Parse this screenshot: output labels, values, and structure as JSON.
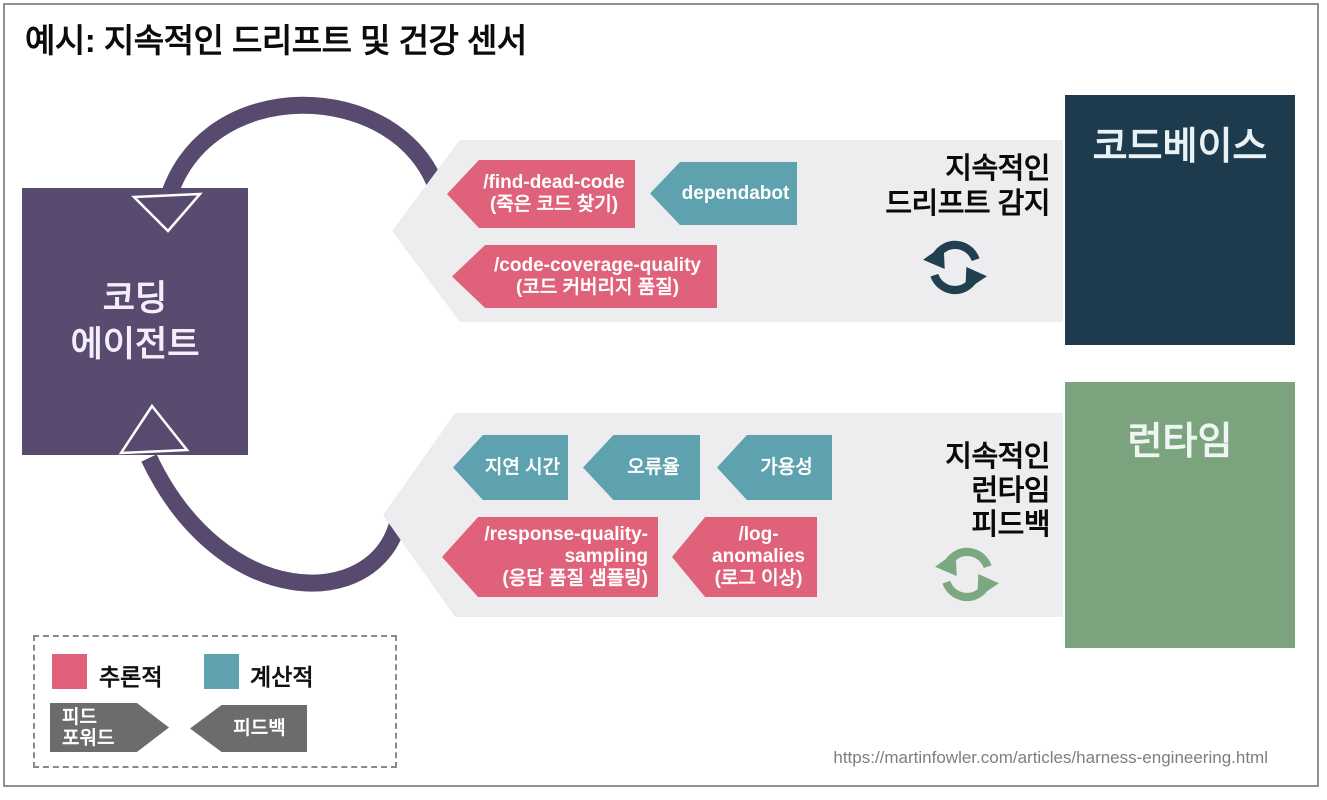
{
  "title": "예시: 지속적인 드리프트 및 건강 센서",
  "agent": {
    "label": [
      "코딩",
      "에이전트"
    ]
  },
  "codebase": {
    "label": "코드베이스"
  },
  "runtime_box": {
    "label": "런타임"
  },
  "drift": {
    "heading": [
      "지속적인",
      "드리프트 감지"
    ],
    "tags": {
      "find_dead_code": [
        "/find-dead-code",
        "(죽은 코드 찾기)"
      ],
      "dependabot": [
        "dependabot"
      ],
      "code_coverage": [
        "/code-coverage-quality",
        "(코드 커버리지 품질)"
      ]
    }
  },
  "runtime_feedback": {
    "heading": [
      "지속적인",
      "런타임",
      "피드백"
    ],
    "tags": {
      "latency": "지연 시간",
      "error_rate": "오류율",
      "availability": "가용성",
      "response_quality": [
        "/response-quality-",
        "sampling",
        "(응답 품질 샘플링)"
      ],
      "log_anomalies": [
        "/log-",
        "anomalies",
        "(로그 이상)"
      ]
    }
  },
  "legend": {
    "inferential": "추론적",
    "computational": "계산적",
    "feed_forward": [
      "피드",
      "포워드"
    ],
    "feedback": "피드백"
  },
  "footer": {
    "url": "https://martinfowler.com/articles/harness-engineering.html"
  },
  "icons": {
    "drift_cycle": "cycle-arrows-icon",
    "runtime_cycle": "cycle-arrows-icon",
    "loop_top": "curved-arrow-into-agent",
    "loop_bottom": "curved-arrow-into-agent"
  },
  "colors": {
    "inferential_red": "#e0627a",
    "computational_teal": "#5da2ae",
    "agent_purple": "#594a6f",
    "codebase_navy": "#1e3a4d",
    "runtime_green": "#7aa37e",
    "band_gray": "#ededef",
    "legend_arrow_gray": "#6c6c6c",
    "drift_cycle_icon": "#20404f",
    "runtime_cycle_icon": "#7ca881"
  }
}
